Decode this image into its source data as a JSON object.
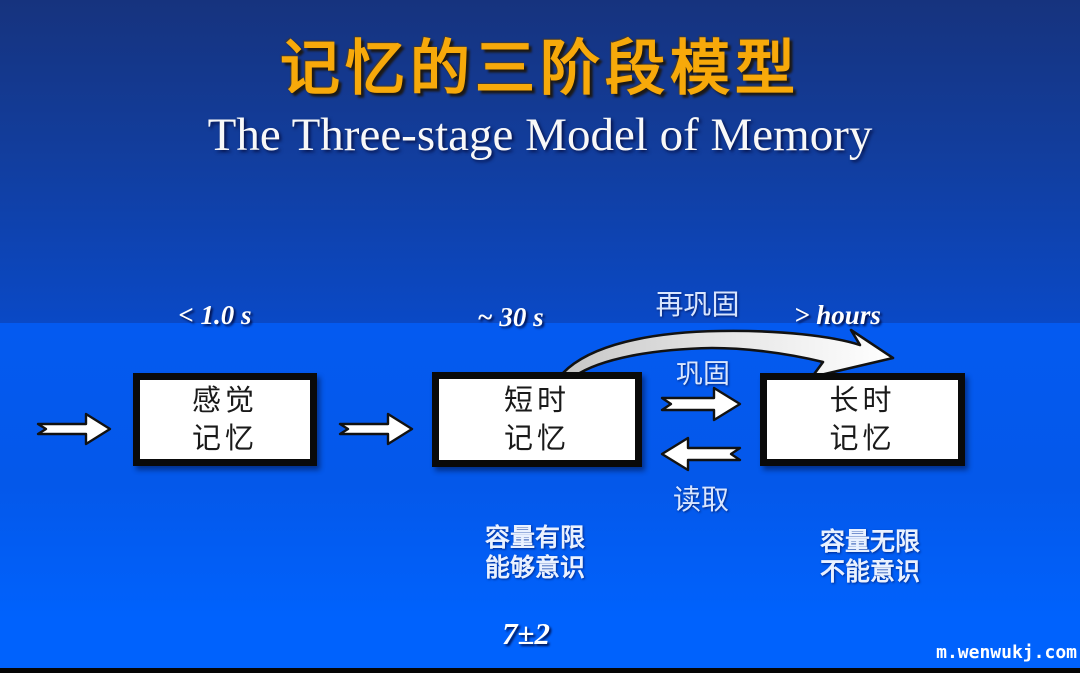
{
  "slide": {
    "title": "记忆的三阶段模型",
    "subtitle": "The Three-stage Model of Memory",
    "watermark": "m.wenwukj.com"
  },
  "diagram": {
    "stages": [
      {
        "duration": "< 1.0 s",
        "line1": "感觉",
        "line2": "记忆"
      },
      {
        "duration": "~ 30 s",
        "line1": "短时",
        "line2": "记忆"
      },
      {
        "duration": "> hours",
        "line1": "长时",
        "line2": "记忆"
      }
    ],
    "process_labels": {
      "reconsolidation": "再巩固",
      "consolidation": "巩固",
      "retrieval": "读取"
    },
    "notes": {
      "short_term_line1": "容量有限",
      "short_term_line2": "能够意识",
      "long_term_line1": "容量无限",
      "long_term_line2": "不能意识",
      "capacity": "7±2"
    },
    "colors": {
      "title_orange": "#f7a90a",
      "background_top": "#16337e",
      "background_bottom": "#0062fd",
      "box_fill": "#ffffff",
      "box_border": "#0a0a0a",
      "text_light_blue": "#d9e6ff",
      "arrow_fill": "#ffffff"
    }
  }
}
